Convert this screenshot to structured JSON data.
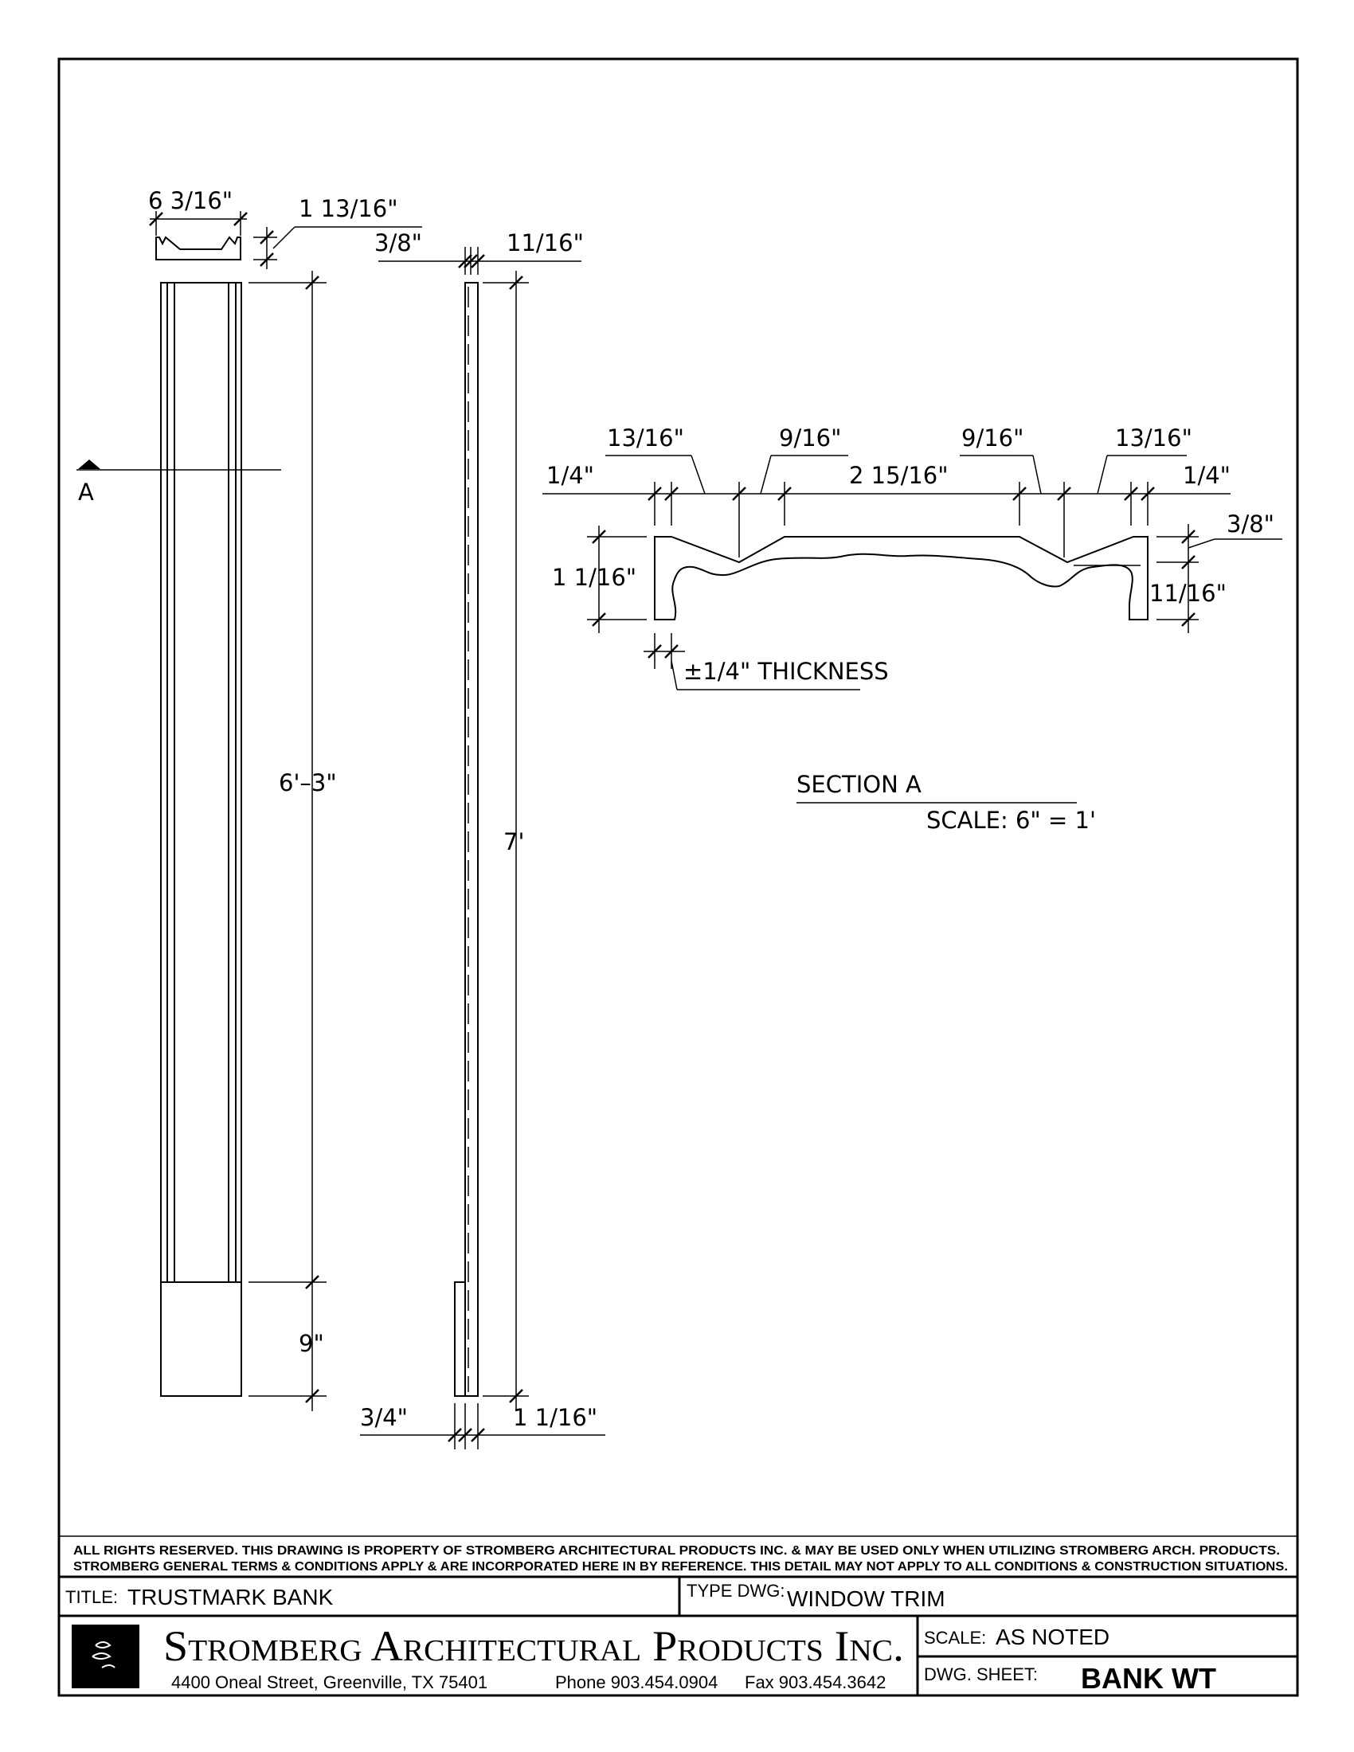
{
  "elevation": {
    "width": "6 3/16\"",
    "profile_depth": "1 13/16\"",
    "height_main": "6'–3\"",
    "height_base": "9\""
  },
  "side_view": {
    "top_left": "3/8\"",
    "top_right": "11/16\"",
    "overall_height": "7'",
    "bottom_left": "3/4\"",
    "bottom_right": "1 1/16\""
  },
  "section_marker": "A",
  "section": {
    "top_dims": [
      "13/16\"",
      "9/16\"",
      "9/16\"",
      "13/16\""
    ],
    "row_dims": {
      "left": "1/4\"",
      "center": "2 15/16\"",
      "right": "1/4\""
    },
    "left_height": "1 1/16\"",
    "right_top": "3/8\"",
    "right_bottom": "11/16\"",
    "thickness": "±1/4\" THICKNESS",
    "title": "SECTION A",
    "scale": "SCALE: 6\" = 1'"
  },
  "title_block": {
    "rights_line1": "ALL RIGHTS RESERVED. THIS DRAWING IS PROPERTY OF STROMBERG ARCHITECTURAL PRODUCTS INC. & MAY BE USED ONLY WHEN UTILIZING STROMBERG ARCH. PRODUCTS.",
    "rights_line2": "STROMBERG GENERAL TERMS & CONDITIONS APPLY & ARE INCORPORATED HERE IN BY REFERENCE. THIS DETAIL MAY NOT APPLY TO ALL CONDITIONS & CONSTRUCTION SITUATIONS.",
    "title_label": "TITLE:",
    "title_value": "TRUSTMARK BANK",
    "type_label": "TYPE DWG:",
    "type_value": "WINDOW TRIM",
    "company": "Stromberg Architectural Products Inc.",
    "address": "4400 Oneal Street, Greenville, TX  75401",
    "phone": "Phone 903.454.0904",
    "fax": "Fax 903.454.3642",
    "scale_label": "SCALE:",
    "scale_value": "AS NOTED",
    "sheet_label": "DWG. SHEET:",
    "sheet_value": "BANK WT"
  }
}
